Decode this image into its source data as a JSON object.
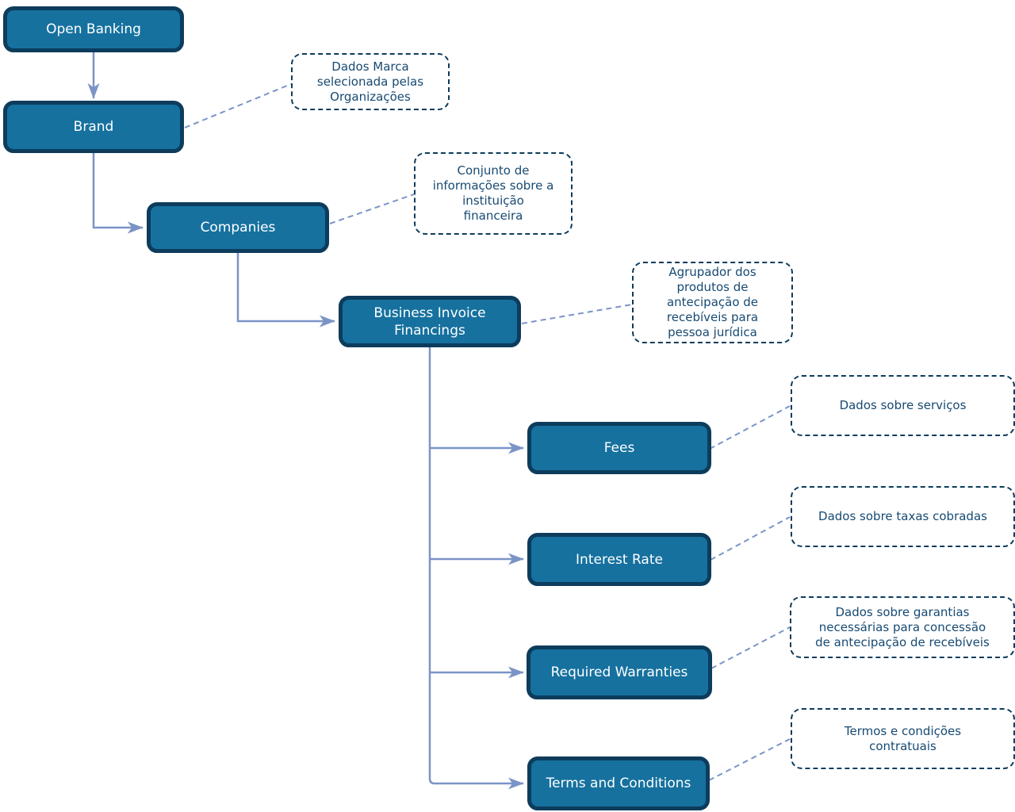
{
  "diagram": {
    "nodes": [
      {
        "id": "open-banking",
        "label": "Open Banking"
      },
      {
        "id": "brand",
        "label": "Brand"
      },
      {
        "id": "companies",
        "label": "Companies"
      },
      {
        "id": "business-invoice-financings",
        "label": "Business Invoice Financings"
      },
      {
        "id": "fees",
        "label": "Fees"
      },
      {
        "id": "interest-rate",
        "label": "Interest Rate"
      },
      {
        "id": "required-warranties",
        "label": "Required Warranties"
      },
      {
        "id": "terms-and-conditions",
        "label": "Terms and Conditions"
      }
    ],
    "edges": [
      {
        "from": "Open Banking",
        "to": "Brand"
      },
      {
        "from": "Brand",
        "to": "Companies"
      },
      {
        "from": "Companies",
        "to": "Business Invoice Financings"
      },
      {
        "from": "Business Invoice Financings",
        "to": "Fees"
      },
      {
        "from": "Business Invoice Financings",
        "to": "Interest Rate"
      },
      {
        "from": "Business Invoice Financings",
        "to": "Required Warranties"
      },
      {
        "from": "Business Invoice Financings",
        "to": "Terms and Conditions"
      }
    ],
    "annotations": [
      {
        "for": "brand",
        "lines": [
          "Dados Marca",
          "selecionada pelas",
          "Organizações"
        ]
      },
      {
        "for": "companies",
        "lines": [
          "Conjunto de",
          "informações sobre a",
          "instituição",
          "financeira"
        ]
      },
      {
        "for": "business-invoice-financings",
        "lines": [
          "Agrupador dos",
          "produtos de",
          "antecipação de",
          "recebíveis para",
          "pessoa jurídica"
        ]
      },
      {
        "for": "fees",
        "lines": [
          "Dados sobre serviços"
        ]
      },
      {
        "for": "interest-rate",
        "lines": [
          "Dados sobre taxas cobradas"
        ]
      },
      {
        "for": "required-warranties",
        "lines": [
          "Dados sobre garantias",
          "necessárias para concessão",
          "de antecipação de recebíveis"
        ]
      },
      {
        "for": "terms-and-conditions",
        "lines": [
          "Termos e condições",
          "contratuais"
        ]
      }
    ],
    "colors": {
      "node_fill": "#16719f",
      "node_border": "#0d3c5c",
      "node_text": "#ffffff",
      "connector": "#7b94c7",
      "annotation_border": "#0d3c5c",
      "annotation_text": "#174a73",
      "background": "#ffffff"
    }
  }
}
